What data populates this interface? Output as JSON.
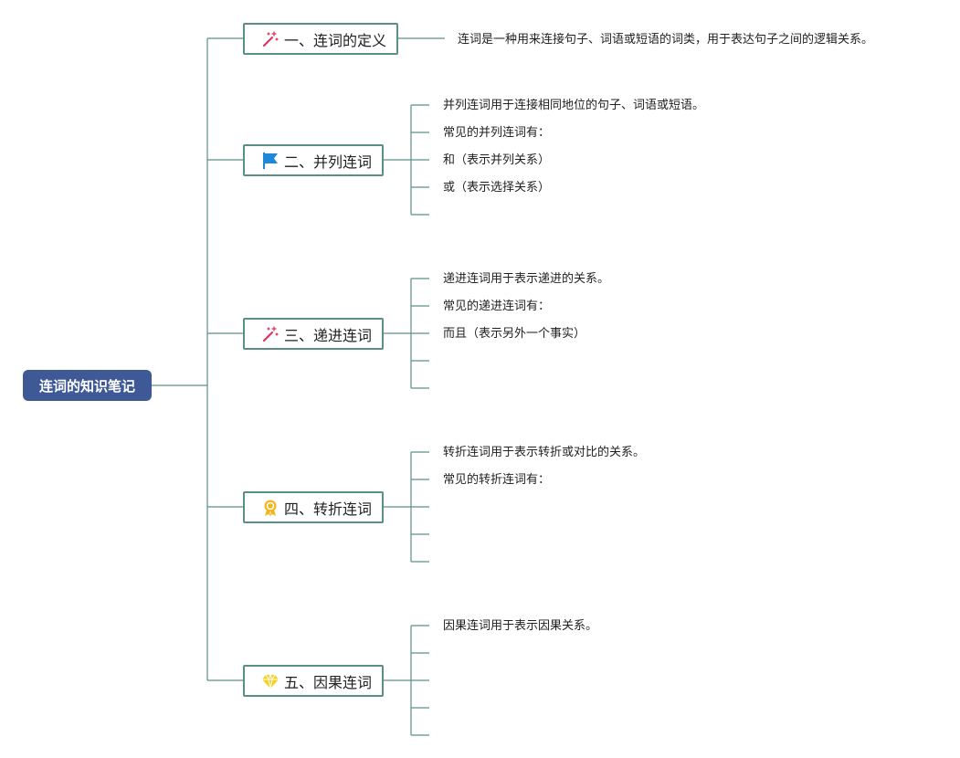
{
  "root": {
    "label": "连词的知识笔记"
  },
  "topics": [
    {
      "label": "一、连词的定义",
      "icon": "magic-wand-icon",
      "items": [
        "连词是一种用来连接句子、词语或短语的词类，用于表达句子之间的逻辑关系。"
      ]
    },
    {
      "label": "二、并列连词",
      "icon": "flag-icon",
      "items": [
        "并列连词用于连接相同地位的句子、词语或短语。",
        "常见的并列连词有：",
        "和（表示并列关系）",
        "或（表示选择关系）",
        ""
      ]
    },
    {
      "label": "三、递进连词",
      "icon": "magic-wand-icon",
      "items": [
        "递进连词用于表示递进的关系。",
        "常见的递进连词有：",
        "而且（表示另外一个事实）",
        "",
        ""
      ]
    },
    {
      "label": "四、转折连词",
      "icon": "medal-icon",
      "items": [
        "转折连词用于表示转折或对比的关系。",
        "常见的转折连词有：",
        "",
        "",
        ""
      ]
    },
    {
      "label": "五、因果连词",
      "icon": "diamond-icon",
      "items": [
        "因果连词用于表示因果关系。",
        "",
        "",
        "",
        ""
      ]
    }
  ],
  "colors": {
    "line": "#5a8f86",
    "root_fill": "#3f5997",
    "wand": "#e0305a",
    "flag": "#1e88d8",
    "medal": "#f2b71f",
    "diamond": "#f5d020"
  }
}
